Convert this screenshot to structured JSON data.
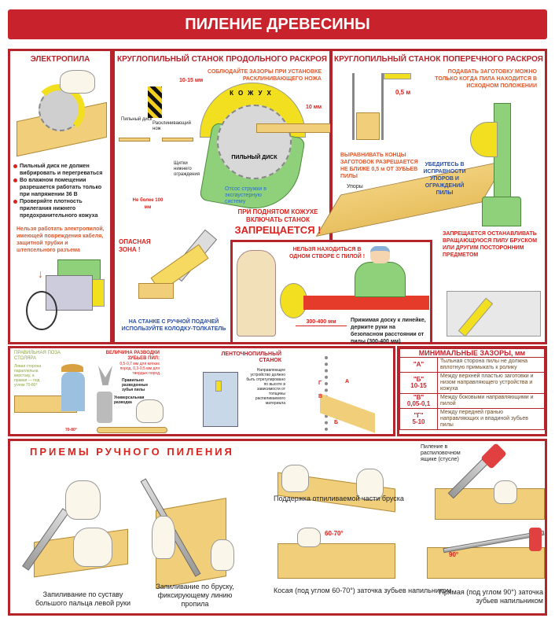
{
  "title": "ПИЛЕНИЕ ДРЕВЕСИНЫ",
  "electro": {
    "heading": "ЭЛЕКТРОПИЛА",
    "bullets": [
      "Пильный диск не должен вибрировать и перегреваться",
      "Во влажном помещении разрешается работать только при напряжении 36 В",
      "Проверяйте плотность прилегания нижнего предохранительного кожуха"
    ],
    "warning": "Нельзя работать электропилой, имеющей повреждения кабеля, защитной трубки и штепсельного разъема"
  },
  "longitudinal": {
    "heading": "КРУГЛОПИЛЬНЫЙ СТАНОК ПРОДОЛЬНОГО РАСКРОЯ",
    "gap_note": "СОБЛЮДАЙТЕ ЗАЗОРЫ ПРИ УСТАНОВКЕ РАСКЛИНИВАЮЩЕГО НОЖА",
    "dim1": "10-15 мм",
    "dim2": "10 мм",
    "cover": "КОЖУХ",
    "disk": "ПИЛЬНЫЙ ДИСК",
    "label_disk": "Пильный диск",
    "label_knife": "Расклинивающий нож",
    "label_shields": "Щитки нижнего ограждения",
    "label_max": "Не более 100 мм",
    "exhaust": "Отсос стружки в эксгаустерную систему",
    "warn1": "ПРИ ПОДНЯТОМ КОЖУХЕ ВКЛЮЧАТЬ СТАНОК",
    "warn2": "ЗАПРЕЩАЕТСЯ !",
    "danger": "ОПАСНАЯ ЗОНА !",
    "pusher": "НА СТАНКЕ С РУЧНОЙ ПОДАЧЕЙ ИСПОЛЬЗУЙТЕ КОЛОДКУ-ТОЛКАТЕЛЬ"
  },
  "cross": {
    "heading": "КРУГЛОПИЛЬНЫЙ СТАНОК ПОПЕРЕЧНОГО РАСКРОЯ",
    "feed": "ПОДАВАТЬ ЗАГОТОВКУ МОЖНО ТОЛЬКО КОГДА ПИЛА НАХОДИТСЯ В ИСХОДНОМ ПОЛОЖЕНИИ",
    "dim": "0,5 м",
    "align": "ВЫРАВНИВАТЬ КОНЦЫ ЗАГОТОВОК РАЗРЕШАЕТСЯ НЕ БЛИЖЕ 0,5 м ОТ ЗУБЬЕВ ПИЛЫ",
    "stops": "Упоры",
    "check": "УБЕДИТЕСЬ В ИСПРАВНОСТИ УПОРОВ И ОГРАЖДЕНИЙ ПИЛЫ",
    "stop_warn": "ЗАПРЕЩАЕТСЯ ОСТАНАВЛИВАТЬ ВРАЩАЮЩУЮСЯ ПИЛУ БРУСКОМ ИЛИ ДРУГИМ ПОСТОРОННИМ ПРЕДМЕТОМ"
  },
  "line": {
    "heading": "НЕЛЬЗЯ НАХОДИТЬСЯ В ОДНОМ СТВОРЕ С ПИЛОЙ !",
    "dim": "300-400 мм",
    "note": "Прижимая доску к линейке, держите руки на безопасном расстоянии от пилы (300-400 мм)"
  },
  "joiner": {
    "heading": "ПРАВИЛЬНАЯ ПОЗА СТОЛЯРА",
    "text": "Левая сторона параллельна верстаку, а правая — под углом 70-80°",
    "angle": "70-80°",
    "set_heading": "ВЕЛИЧИНА РАЗВОДКИ ЗУБЬЕВ ПИЛ:",
    "set_text": "0,5-0,7 мм для мягких пород, 0,3-0,5 мм для твердых пород",
    "set_pointer": "Правильно разведенные зубья пилы",
    "tool": "Универсальная разводка"
  },
  "band": {
    "heading": "ЛЕНТОЧНОПИЛЬНЫЙ СТАНОК",
    "text": "Направляющее устройство должно быть отрегулировано по высоте в зависимости от толщины распиливаемого материала",
    "labels": [
      "А",
      "Г",
      "В",
      "Б"
    ]
  },
  "gaps": {
    "heading": "МИНИМАЛЬНЫЕ ЗАЗОРЫ, мм",
    "rows": [
      {
        "key": "\"А\"",
        "val": "",
        "desc": "Тыльная сторона пилы не должна вплотную примыкать к ролику"
      },
      {
        "key": "\"Б\"",
        "val": "10-15",
        "desc": "Между верхней пластью заготовки и низом направляющего устройства и кожуха"
      },
      {
        "key": "\"В\"",
        "val": "0,05-0,1",
        "desc": "Между боковыми направляющими и пилой"
      },
      {
        "key": "\"Г\"",
        "val": "5-10",
        "desc": "Между передней гранью направляющих и впадиной зубьев пилы"
      }
    ]
  },
  "manual": {
    "heading": "ПРИЕМЫ РУЧНОГО ПИЛЕНИЯ",
    "captions": [
      "Запиливание по суставу большого пальца левой руки",
      "Запиливание по бруску, фиксирующему линию пропила",
      "Поддержка отпиливаемой части бруска",
      "Пиление в распиловочном ящике (стусле)",
      "Косая (под углом 60-70°) заточка зубьев напильником",
      "Прямая (под углом 90°) заточка зубьев напильником"
    ],
    "angle1": "60-70°",
    "angle2": "90°"
  },
  "colors": {
    "accent": "#c8232c",
    "wood": "#f1cf7a",
    "guard": "#f2e020",
    "machine": "#8fd07a"
  }
}
